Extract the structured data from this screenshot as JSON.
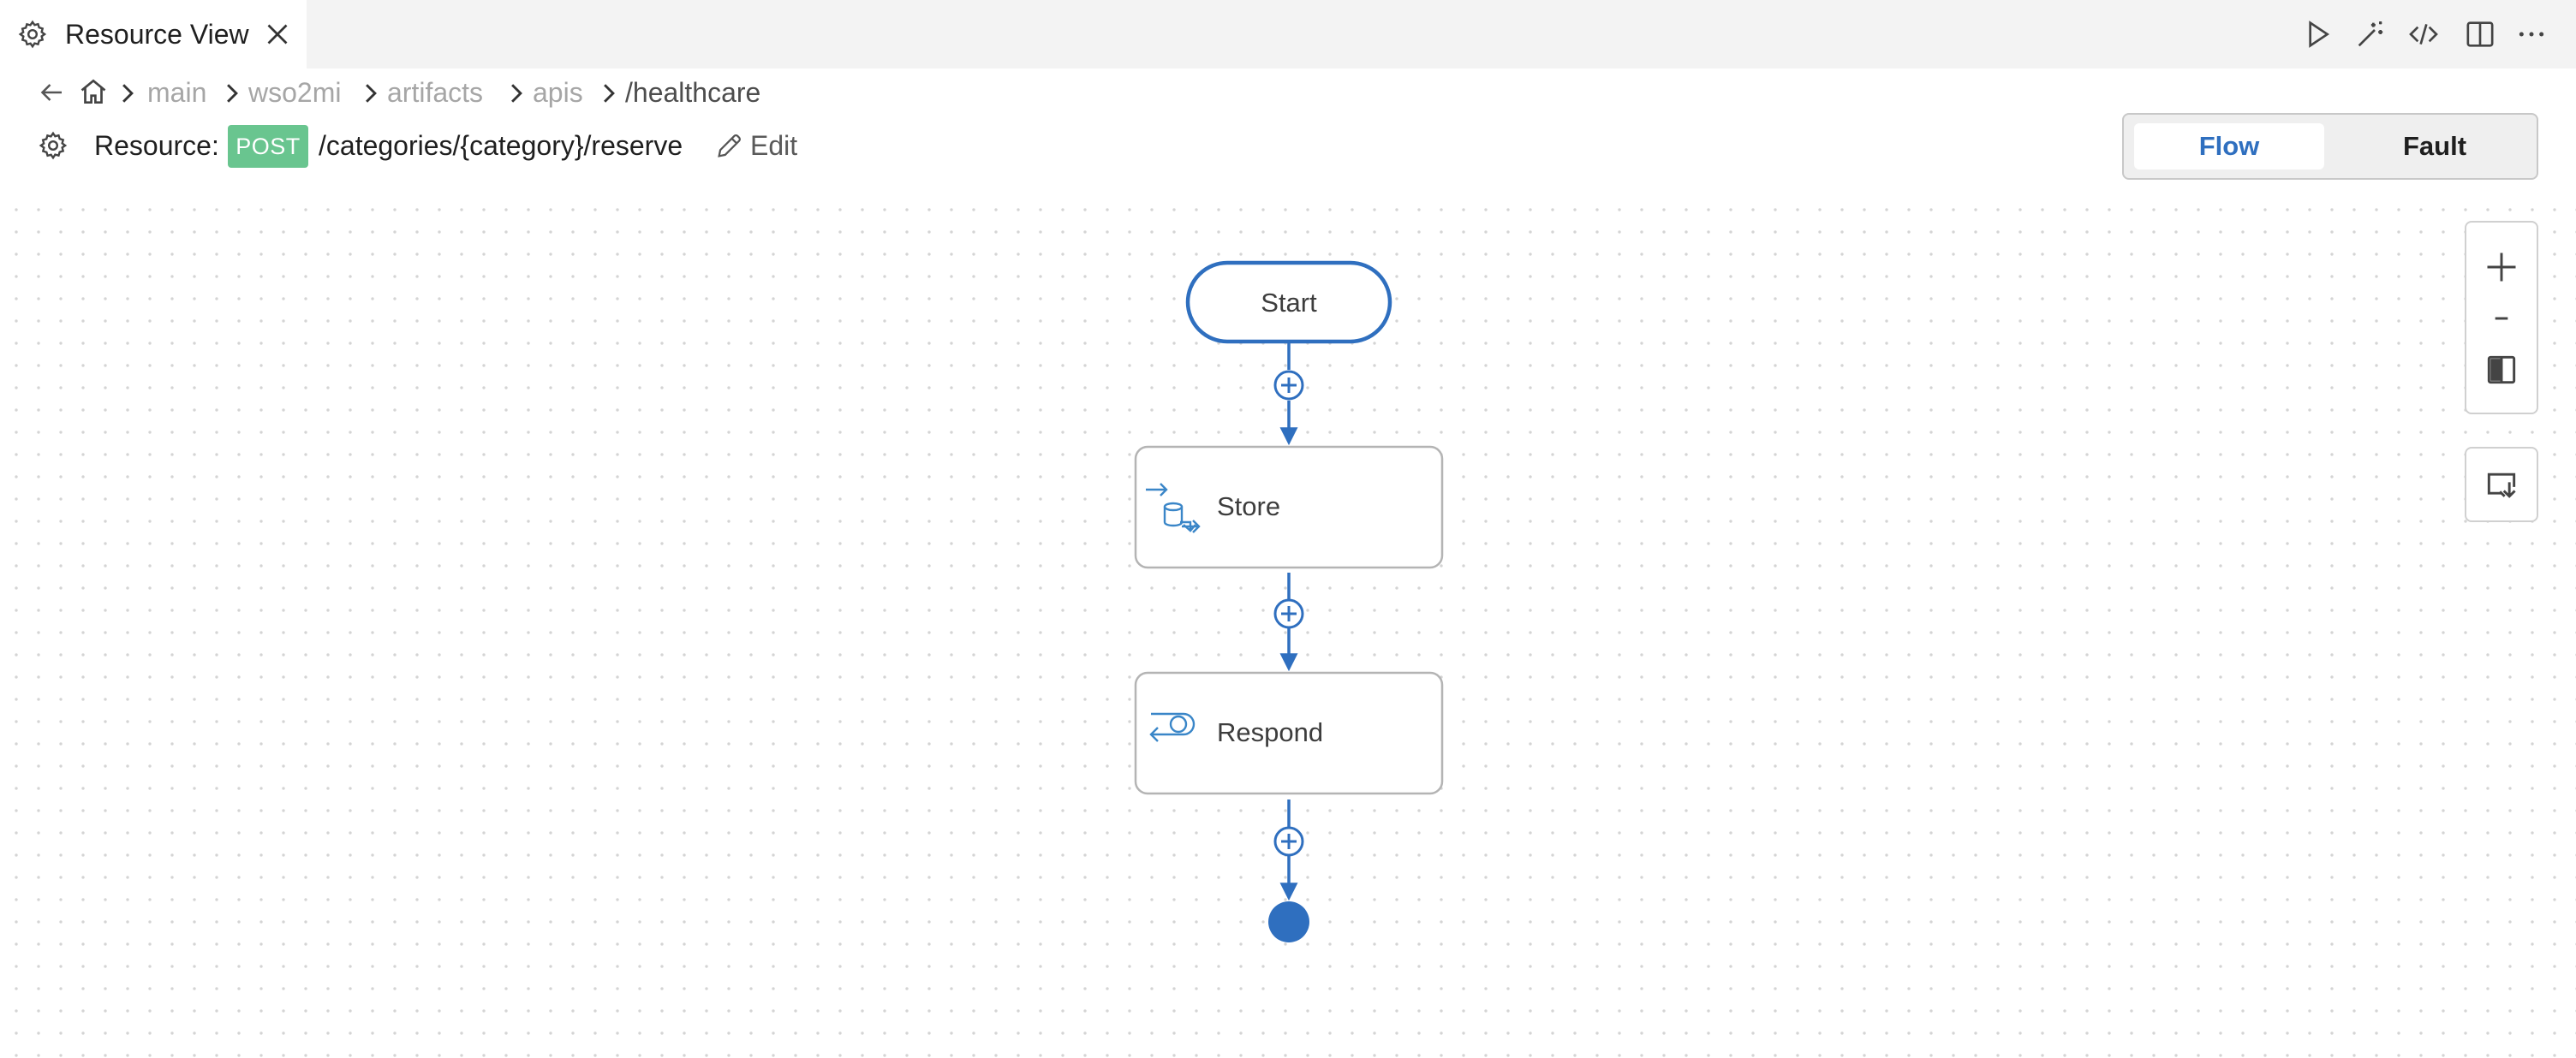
{
  "tab": {
    "title": "Resource View",
    "icon": "gear-icon",
    "close_icon": "close-icon"
  },
  "toolbar": {
    "icons": [
      "run-icon",
      "magic-wand-icon",
      "code-icon",
      "split-editor-icon",
      "more-icon"
    ]
  },
  "breadcrumb": {
    "items": [
      "main",
      "wso2mi",
      "artifacts",
      "apis",
      "/healthcare"
    ]
  },
  "resource": {
    "label": "Resource:",
    "method": "POST",
    "path": "/categories/{category}/reserve",
    "edit_label": "Edit"
  },
  "view_toggle": {
    "flow": "Flow",
    "fault": "Fault",
    "selected": "Flow"
  },
  "flow": {
    "start_label": "Start",
    "nodes": [
      {
        "label": "Store",
        "icon": "store-icon"
      },
      {
        "label": "Respond",
        "icon": "respond-icon"
      }
    ],
    "end": "end-node"
  },
  "colors": {
    "accent": "#2f6fbf",
    "method_post": "#69c58f",
    "node_border": "#b4b4b4"
  }
}
